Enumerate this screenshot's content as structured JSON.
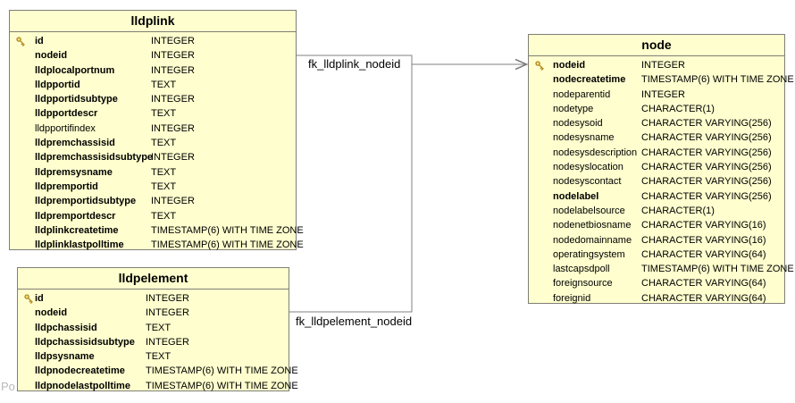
{
  "diagram": {
    "watermark_fragment": "Po",
    "tables": [
      {
        "id": "lldplink",
        "title": "lldplink",
        "fields": [
          {
            "name": "id",
            "type": "INTEGER",
            "key": true,
            "bold": true
          },
          {
            "name": "nodeid",
            "type": "INTEGER",
            "key": false,
            "bold": true
          },
          {
            "name": "lldplocalportnum",
            "type": "INTEGER",
            "key": false,
            "bold": true
          },
          {
            "name": "lldpportid",
            "type": "TEXT",
            "key": false,
            "bold": true
          },
          {
            "name": "lldpportidsubtype",
            "type": "INTEGER",
            "key": false,
            "bold": true
          },
          {
            "name": "lldpportdescr",
            "type": "TEXT",
            "key": false,
            "bold": true
          },
          {
            "name": "lldpportifindex",
            "type": "INTEGER",
            "key": false,
            "bold": false
          },
          {
            "name": "lldpremchassisid",
            "type": "TEXT",
            "key": false,
            "bold": true
          },
          {
            "name": "lldpremchassisidsubtype",
            "type": "INTEGER",
            "key": false,
            "bold": true
          },
          {
            "name": "lldpremsysname",
            "type": "TEXT",
            "key": false,
            "bold": true
          },
          {
            "name": "lldpremportid",
            "type": "TEXT",
            "key": false,
            "bold": true
          },
          {
            "name": "lldpremportidsubtype",
            "type": "INTEGER",
            "key": false,
            "bold": true
          },
          {
            "name": "lldpremportdescr",
            "type": "TEXT",
            "key": false,
            "bold": true
          },
          {
            "name": "lldplinkcreatetime",
            "type": "TIMESTAMP(6) WITH TIME ZONE",
            "key": false,
            "bold": true
          },
          {
            "name": "lldplinklastpolltime",
            "type": "TIMESTAMP(6) WITH TIME ZONE",
            "key": false,
            "bold": true
          }
        ]
      },
      {
        "id": "lldpelement",
        "title": "lldpelement",
        "fields": [
          {
            "name": "id",
            "type": "INTEGER",
            "key": true,
            "bold": true
          },
          {
            "name": "nodeid",
            "type": "INTEGER",
            "key": false,
            "bold": true
          },
          {
            "name": "lldpchassisid",
            "type": "TEXT",
            "key": false,
            "bold": true
          },
          {
            "name": "lldpchassisidsubtype",
            "type": "INTEGER",
            "key": false,
            "bold": true
          },
          {
            "name": "lldpsysname",
            "type": "TEXT",
            "key": false,
            "bold": true
          },
          {
            "name": "lldpnodecreatetime",
            "type": "TIMESTAMP(6) WITH TIME ZONE",
            "key": false,
            "bold": true
          },
          {
            "name": "lldpnodelastpolltime",
            "type": "TIMESTAMP(6) WITH TIME ZONE",
            "key": false,
            "bold": true
          }
        ]
      },
      {
        "id": "node",
        "title": "node",
        "fields": [
          {
            "name": "nodeid",
            "type": "INTEGER",
            "key": true,
            "bold": true
          },
          {
            "name": "nodecreatetime",
            "type": "TIMESTAMP(6) WITH TIME ZONE",
            "key": false,
            "bold": true
          },
          {
            "name": "nodeparentid",
            "type": "INTEGER",
            "key": false,
            "bold": false
          },
          {
            "name": "nodetype",
            "type": "CHARACTER(1)",
            "key": false,
            "bold": false
          },
          {
            "name": "nodesysoid",
            "type": "CHARACTER VARYING(256)",
            "key": false,
            "bold": false
          },
          {
            "name": "nodesysname",
            "type": "CHARACTER VARYING(256)",
            "key": false,
            "bold": false
          },
          {
            "name": "nodesysdescription",
            "type": "CHARACTER VARYING(256)",
            "key": false,
            "bold": false
          },
          {
            "name": "nodesyslocation",
            "type": "CHARACTER VARYING(256)",
            "key": false,
            "bold": false
          },
          {
            "name": "nodesyscontact",
            "type": "CHARACTER VARYING(256)",
            "key": false,
            "bold": false
          },
          {
            "name": "nodelabel",
            "type": "CHARACTER VARYING(256)",
            "key": false,
            "bold": true
          },
          {
            "name": "nodelabelsource",
            "type": "CHARACTER(1)",
            "key": false,
            "bold": false
          },
          {
            "name": "nodenetbiosname",
            "type": "CHARACTER VARYING(16)",
            "key": false,
            "bold": false
          },
          {
            "name": "nodedomainname",
            "type": "CHARACTER VARYING(16)",
            "key": false,
            "bold": false
          },
          {
            "name": "operatingsystem",
            "type": "CHARACTER VARYING(64)",
            "key": false,
            "bold": false
          },
          {
            "name": "lastcapsdpoll",
            "type": "TIMESTAMP(6) WITH TIME ZONE",
            "key": false,
            "bold": false
          },
          {
            "name": "foreignsource",
            "type": "CHARACTER VARYING(64)",
            "key": false,
            "bold": false
          },
          {
            "name": "foreignid",
            "type": "CHARACTER VARYING(64)",
            "key": false,
            "bold": false
          }
        ]
      }
    ],
    "relations": [
      {
        "label": "fk_lldplink_nodeid",
        "from": "lldplink.nodeid",
        "to": "node.nodeid"
      },
      {
        "label": "fk_lldpelement_nodeid",
        "from": "lldpelement.nodeid",
        "to": "node.nodeid"
      }
    ]
  },
  "colors": {
    "background": "#FFFFFF",
    "table_fill": "#FEFECE",
    "table_border": "#7F7F76",
    "connector": "#808080",
    "text": "#000000",
    "key_icon_gold": "#C9A227",
    "watermark": "#B9B9B9"
  }
}
